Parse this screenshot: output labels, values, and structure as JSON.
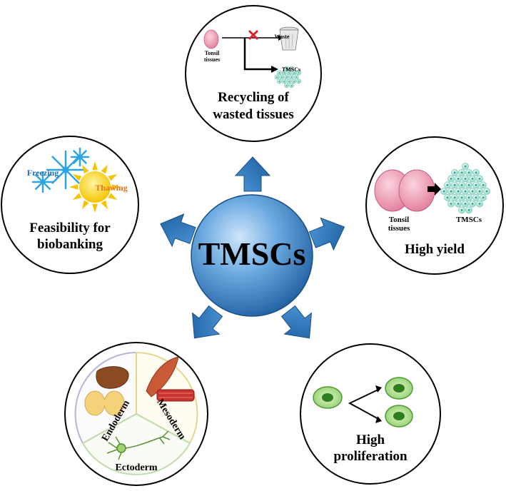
{
  "center": {
    "label": "TMSCs",
    "color": "#3d86c6"
  },
  "arrow_color": "#1f6fb5",
  "panels": {
    "recycling": {
      "title_line1": "Recycling of",
      "title_line2": "wasted tissues",
      "source_label": "Tonsil tissues",
      "waste_label": "Waste",
      "tmsc_label": "TMSCs"
    },
    "yield": {
      "title": "High yield",
      "source_label": "Tonsil tissues",
      "tmsc_label": "TMSCs"
    },
    "proliferation": {
      "title_line1": "High",
      "title_line2": "proliferation"
    },
    "differentiation": {
      "endoderm": "Endoderm",
      "mesoderm": "Mesoderm",
      "ectoderm": "Ectoderm"
    },
    "biobanking": {
      "title_line1": "Feasibility for",
      "title_line2": "biobanking",
      "freezing_label": "Freezing",
      "thawing_label": "Thawing"
    }
  }
}
